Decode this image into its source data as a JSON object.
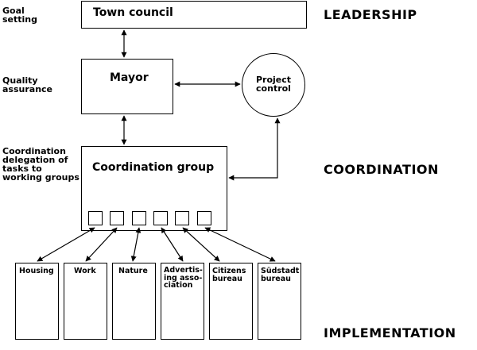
{
  "side_labels": {
    "goal": "Goal\nsetting",
    "quality": "Quality\nassurance",
    "coordination": "Coordination\ndelegation of\ntasks to\nworking groups"
  },
  "levels": {
    "leadership": "LEADERSHIP",
    "coordination": "COORDINATION",
    "implementation": "IMPLEMENTATION"
  },
  "nodes": {
    "town_council": "Town council",
    "mayor": "Mayor",
    "project_control": "Project\ncontrol",
    "coordination_group": "Coordination group"
  },
  "working_groups": [
    "Housing",
    "Work",
    "Nature",
    "Advertis-\ning asso-\nciation",
    "Citizens\nbureau",
    "Südstadt\nbureau"
  ]
}
